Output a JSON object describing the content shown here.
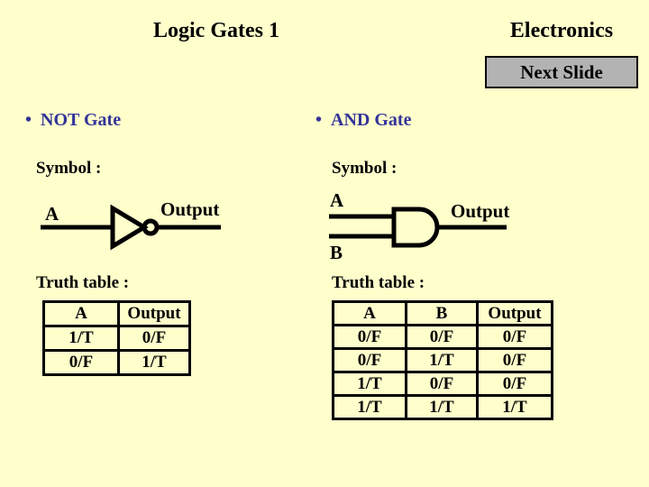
{
  "slide": {
    "title": "Logic Gates 1",
    "subject": "Electronics",
    "next_button_label": "Next Slide",
    "colors": {
      "background": "#FFFFCC",
      "heading_blue": "#333399",
      "text": "#000000",
      "button_gray": "#B3B3B3"
    }
  },
  "not_section": {
    "bullet": "•",
    "heading": "NOT Gate",
    "symbol_label": "Symbol :",
    "symbol_icon": "not-gate-icon",
    "input_label": "A",
    "output_label": "Output",
    "truth_table_label": "Truth table :",
    "table": {
      "headers": [
        "A",
        "Output"
      ],
      "rows": [
        [
          "1/T",
          "0/F"
        ],
        [
          "0/F",
          "1/T"
        ]
      ]
    }
  },
  "and_section": {
    "bullet": "•",
    "heading": "AND Gate",
    "symbol_label": "Symbol :",
    "symbol_icon": "and-gate-icon",
    "input_a_label": "A",
    "input_b_label": "B",
    "output_label": "Output",
    "truth_table_label": "Truth table :",
    "table": {
      "headers": [
        "A",
        "B",
        "Output"
      ],
      "rows": [
        [
          "0/F",
          "0/F",
          "0/F"
        ],
        [
          "0/F",
          "1/T",
          "0/F"
        ],
        [
          "1/T",
          "0/F",
          "0/F"
        ],
        [
          "1/T",
          "1/T",
          "1/T"
        ]
      ]
    }
  }
}
